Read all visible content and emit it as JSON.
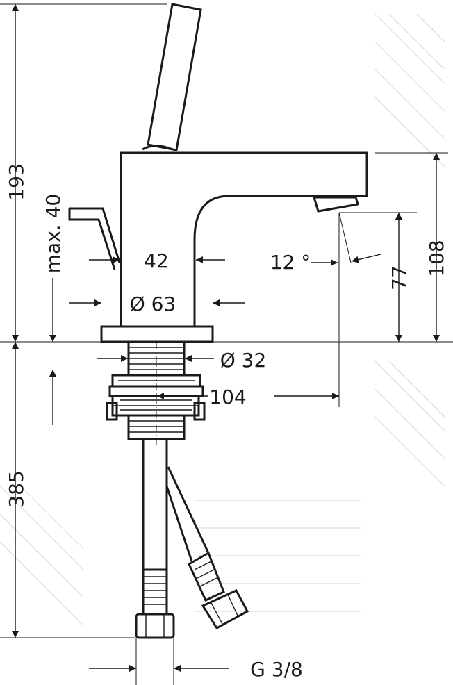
{
  "dimensions": {
    "height_total": "193",
    "handle_travel": "max. 40",
    "body_width": "42",
    "base_diameter": "Ø 63",
    "shank_diameter": "Ø 32",
    "spout_angle": "12 °",
    "spout_clearance": "77",
    "spout_height": "108",
    "projection": "104",
    "hose_length": "385",
    "connection": "G 3/8"
  }
}
